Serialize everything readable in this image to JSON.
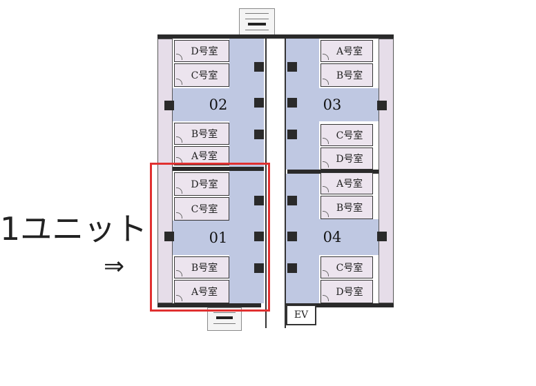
{
  "annotation": {
    "unit_label": "1ユニット",
    "arrow": "⇒",
    "highlight_color": "#e03030"
  },
  "elevator": "EV",
  "units": [
    {
      "id": "02",
      "rooms": [
        "D号室",
        "C号室",
        "B号室",
        "A号室"
      ]
    },
    {
      "id": "03",
      "rooms": [
        "A号室",
        "B号室",
        "C号室",
        "D号室"
      ]
    },
    {
      "id": "01",
      "rooms": [
        "D号室",
        "C号室",
        "B号室",
        "A号室"
      ]
    },
    {
      "id": "04",
      "rooms": [
        "A号室",
        "B号室",
        "C号室",
        "D号室"
      ]
    }
  ]
}
